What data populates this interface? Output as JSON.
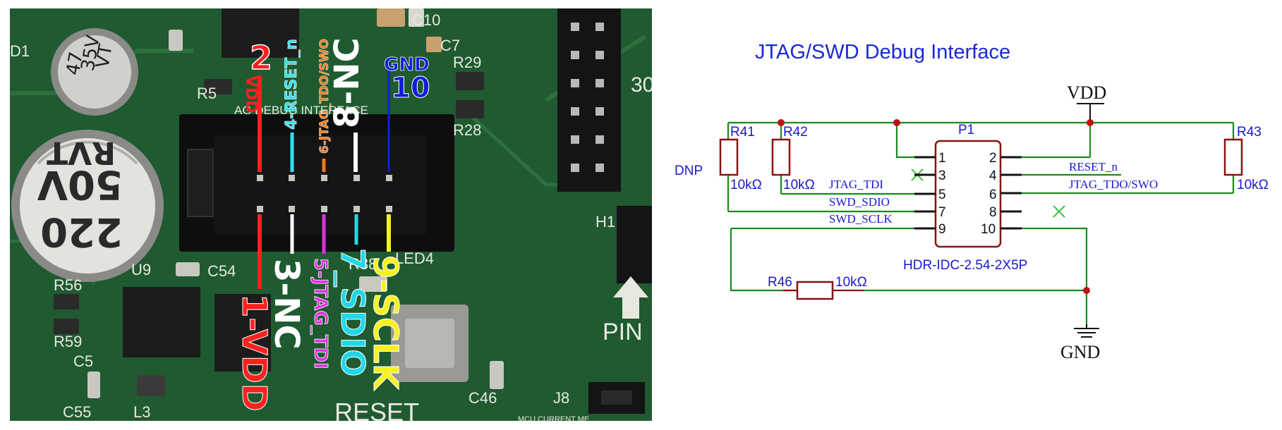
{
  "photo": {
    "silkscreen": {
      "caps": [
        "C10",
        "C7"
      ],
      "resistors": [
        "R29",
        "R28",
        "R5",
        "R56",
        "R59",
        "R38"
      ],
      "misc": [
        "D1",
        "30",
        "U9",
        "C54",
        "LED4",
        "H1",
        "C55",
        "L3",
        "C46",
        "J8",
        "PIN",
        "C5",
        "RESET",
        "MCU CURRENT ME",
        "AG DEBUG INTERFACE"
      ],
      "cap_small": [
        "47",
        "35V",
        "VT"
      ],
      "cap_big": [
        "RVT",
        "50V",
        "220"
      ]
    },
    "top_labels": {
      "pin2_num": "2",
      "pin2_name": "VDD",
      "pin4": "4-RESET_n",
      "pin6": "6-JTAG_TDO/SWO",
      "pin8": "8-NC",
      "pin10_name": "GND",
      "pin10_num": "10"
    },
    "bottom_labels": {
      "pin1": "1-VDD",
      "pin3": "3-NC",
      "pin5": "5-JTAG_TDI",
      "pin7": "7_SDIO",
      "pin9": "9-SCLK"
    },
    "colors": {
      "vdd": "#ff2020",
      "reset": "#30e0f0",
      "tdo": "#f07818",
      "nc": "#ffffff",
      "gnd": "#1020d8",
      "tdi": "#e030e0",
      "sdio": "#20d8e8",
      "sclk": "#f8f020",
      "pcb": "#1f5a30"
    }
  },
  "schematic": {
    "title": "JTAG/SWD Debug Interface",
    "vdd": "VDD",
    "gnd": "GND",
    "connector": {
      "ref": "P1",
      "part": "HDR-IDC-2.54-2X5P",
      "left_pins": [
        "1",
        "3",
        "5",
        "7",
        "9"
      ],
      "right_pins": [
        "2",
        "4",
        "6",
        "8",
        "10"
      ]
    },
    "resistors": {
      "r41": {
        "ref": "R41",
        "value": "10kΩ",
        "note": "DNP"
      },
      "r42": {
        "ref": "R42",
        "value": "10kΩ"
      },
      "r43": {
        "ref": "R43",
        "value": "10kΩ"
      },
      "r46": {
        "ref": "R46",
        "value": "10kΩ"
      }
    },
    "nets": {
      "tdi": "JTAG_TDI",
      "sdio": "SWD_SDIO",
      "sclk": "SWD_SCLK",
      "reset": "RESET_n",
      "tdo": "JTAG_TDO/SWO"
    },
    "colors": {
      "wire": "#1a8a1a",
      "component": "#8b1010",
      "label": "#1a1ad0",
      "title": "#1a28d8",
      "nc_mark": "#40c040"
    }
  }
}
